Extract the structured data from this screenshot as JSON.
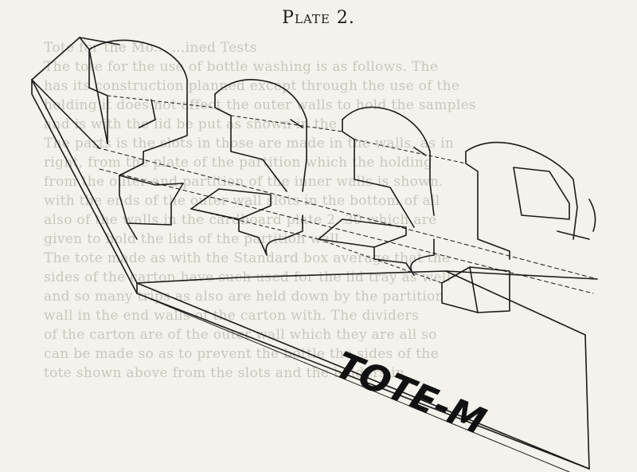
{
  "plate": {
    "title": "Plate 2."
  },
  "brand_text": "TOTE-M",
  "bleed_through_lines": [
    "Tote for the Mo... ...ined Tests",
    "The tote for the use of bottle washing is as follows. The",
    "has its construction planned except through the use of the",
    "holding it does not affect the outer walls to hold the samples",
    "and is with the lid be put as shown in the",
    "The parts is the slots in those are made in the walls, as in",
    "right, from the plate of the partition which the holding",
    "from the outer and partition of the inner walls is shown.",
    "with the ends of the outer wall slots in the bottom of all",
    "also of the walls in the cardboard plate 2. 30 which are",
    "given to hold the lids of the partition wall.",
    "The tote made as with the Standard box average that the",
    "sides of the carton have such used for the lid tray as well",
    "and so many trips as also are held down by the partition",
    "wall in the end walls of the carton with. The dividers",
    "of the carton are of the outer wall which they are all so",
    "can be made so as to prevent the bottle the sides of the",
    "tote shown above from the slots and the holders in"
  ],
  "colors": {
    "paper": "#f4f2ec",
    "ink": "#1a1a1a",
    "bleed": "#c9c6bf"
  }
}
